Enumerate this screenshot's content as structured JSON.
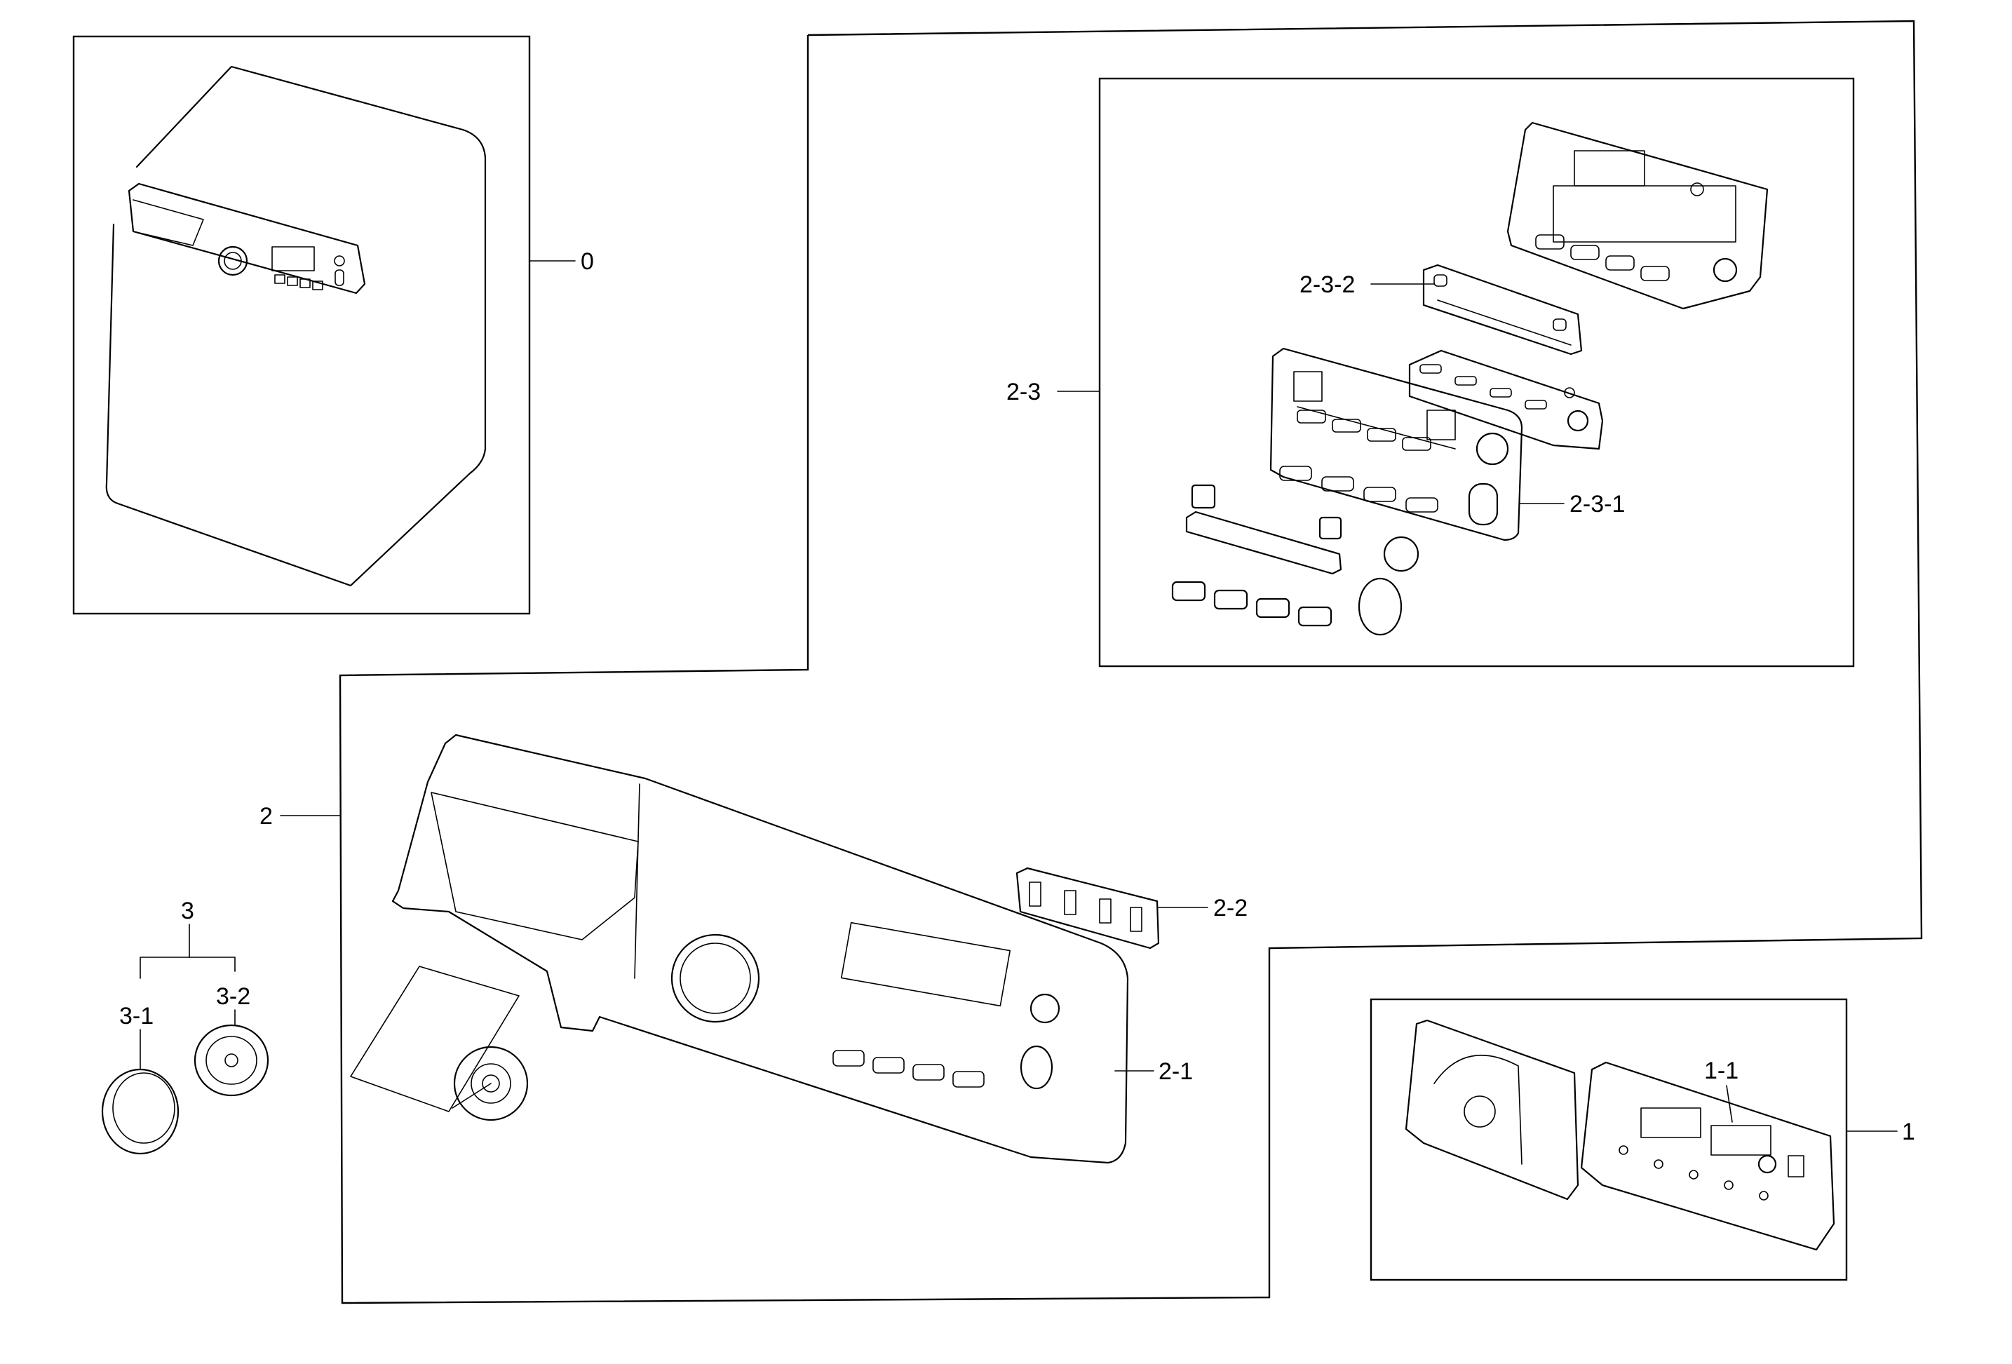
{
  "callouts": {
    "c0": "0",
    "c1": "1",
    "c1_1": "1-1",
    "c2": "2",
    "c2_1": "2-1",
    "c2_2": "2-2",
    "c2_3": "2-3",
    "c2_3_1": "2-3-1",
    "c2_3_2": "2-3-2",
    "c3": "3",
    "c3_1": "3-1",
    "c3_2": "3-2"
  }
}
